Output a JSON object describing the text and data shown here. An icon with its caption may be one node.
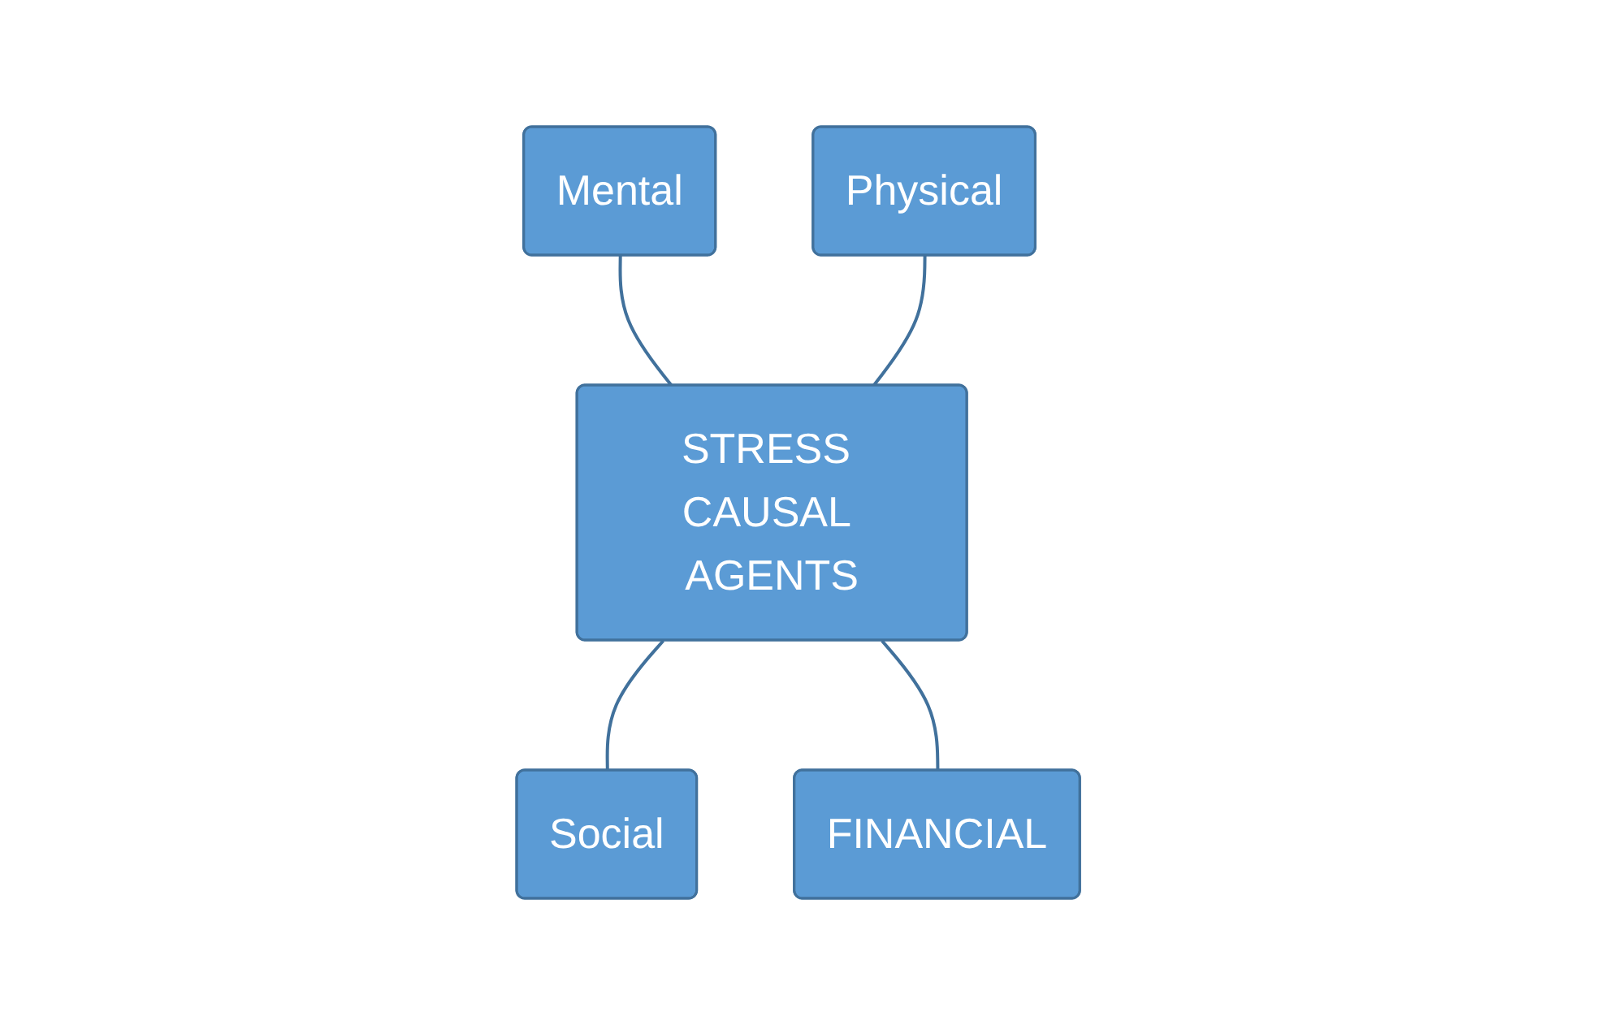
{
  "diagram": {
    "nodes": [
      {
        "text": [
          "Mental"
        ]
      },
      {
        "text": [
          "Physical"
        ]
      },
      {
        "text": [
          "STRESS CAUSAL AGENTS"
        ]
      },
      {
        "text": [
          "Social"
        ]
      },
      {
        "text": [
          "FINANCIAL"
        ]
      }
    ],
    "edges": [
      {
        "from": 0,
        "to": 2,
        "arrow": "none"
      },
      {
        "from": 1,
        "to": 2,
        "arrow": "none"
      },
      {
        "from": 2,
        "to": 3,
        "arrow": "none"
      },
      {
        "from": 2,
        "to": 4,
        "arrow": "none"
      }
    ]
  }
}
